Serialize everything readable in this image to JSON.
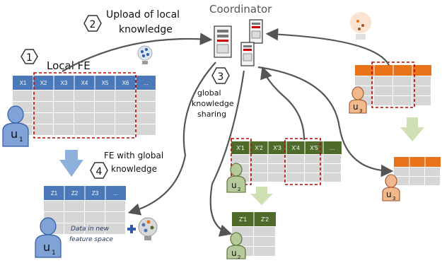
{
  "labels": {
    "coordinator": "Coordinator",
    "upload_line1": "Upload of local",
    "upload_line2": "knowledge",
    "local_fe": "Local FE",
    "global_line1": "global",
    "global_line2": "knowledge",
    "global_line3": "sharing",
    "fe_global_line1": "FE with global",
    "fe_global_line2": "knowledge",
    "data_line1": "Data in new",
    "data_line2": "feature space"
  },
  "steps": [
    "1",
    "2",
    "3",
    "4"
  ],
  "users": {
    "u1": "u",
    "u1_sub": "1",
    "u2": "u",
    "u2_sub": "2",
    "u3": "u",
    "u3_sub": "3"
  },
  "table_u1": {
    "headers": [
      "X1",
      "X2",
      "X3",
      "X4",
      "X5",
      "X6",
      "..."
    ]
  },
  "table_u1_new": {
    "headers": [
      "Z1",
      "Z2",
      "Z3",
      "..."
    ]
  },
  "table_u2": {
    "headers": [
      "X'1",
      "X'2",
      "X'3",
      "X'4",
      "X'5",
      "..."
    ]
  },
  "table_u2_new": {
    "headers": [
      "Z'1",
      "Z'2"
    ]
  },
  "colors": {
    "blue_header": "#4a78b8",
    "green_header": "#4e6b2a",
    "orange_header": "#e8731a",
    "cell_grey": "#d6d6d6",
    "dashed_red": "#c00000",
    "arrow_grey": "#555555",
    "user_blue": "#7fa3d6",
    "user_green": "#b5c99a",
    "user_orange": "#f0b98c",
    "down_arrow_blue": "#8eb0dd",
    "down_arrow_green": "#cfe0b5"
  },
  "icons": [
    "server-icon",
    "plus-icon",
    "lightbulb-icon",
    "neural-net-icon",
    "person-icon"
  ]
}
